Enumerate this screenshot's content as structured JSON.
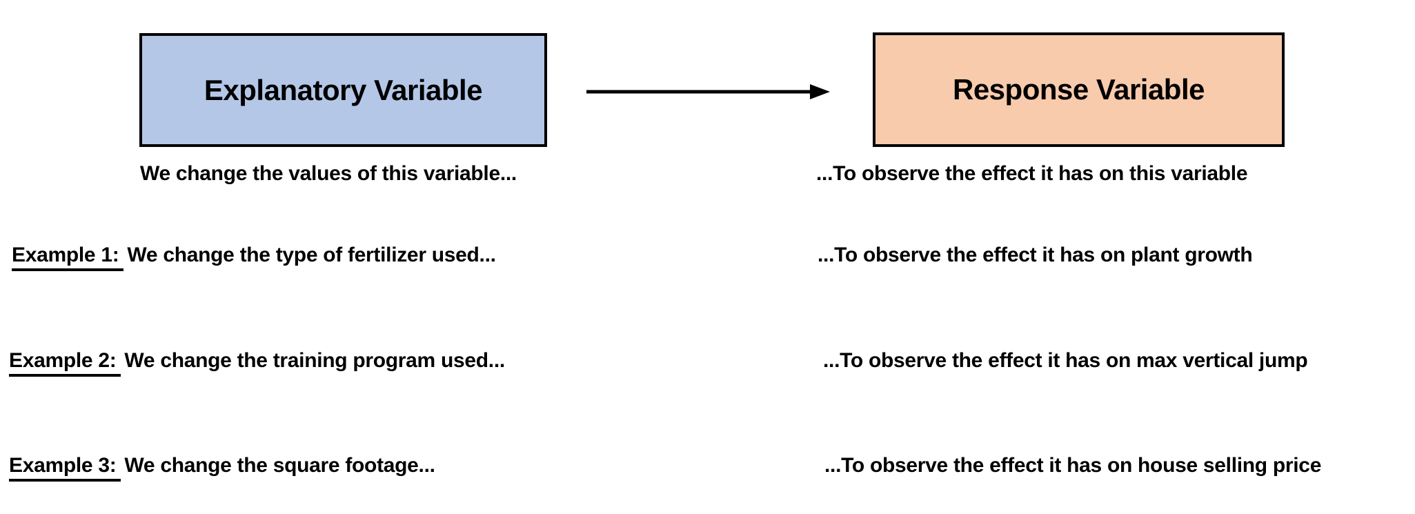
{
  "canvas": {
    "background": "#ffffff"
  },
  "boxes": {
    "explanatory": {
      "label": "Explanatory Variable",
      "fill": "#b4c7e7",
      "border": "#000000",
      "caption": "We change the values of this variable..."
    },
    "response": {
      "label": "Response Variable",
      "fill": "#f8cbad",
      "border": "#000000",
      "caption": "...To observe the effect it has on this variable"
    }
  },
  "arrow": {
    "direction": "left-to-right",
    "color": "#000000"
  },
  "examples": [
    {
      "label": "Example 1:",
      "change": "We change the type of fertilizer used...",
      "observe": "...To observe the effect it has on plant growth"
    },
    {
      "label": "Example 2:",
      "change": "We change the training program used...",
      "observe": "...To observe the effect it has on max vertical jump"
    },
    {
      "label": "Example 3:",
      "change": "We change the square footage...",
      "observe": "...To observe the effect it has on house selling price"
    }
  ]
}
